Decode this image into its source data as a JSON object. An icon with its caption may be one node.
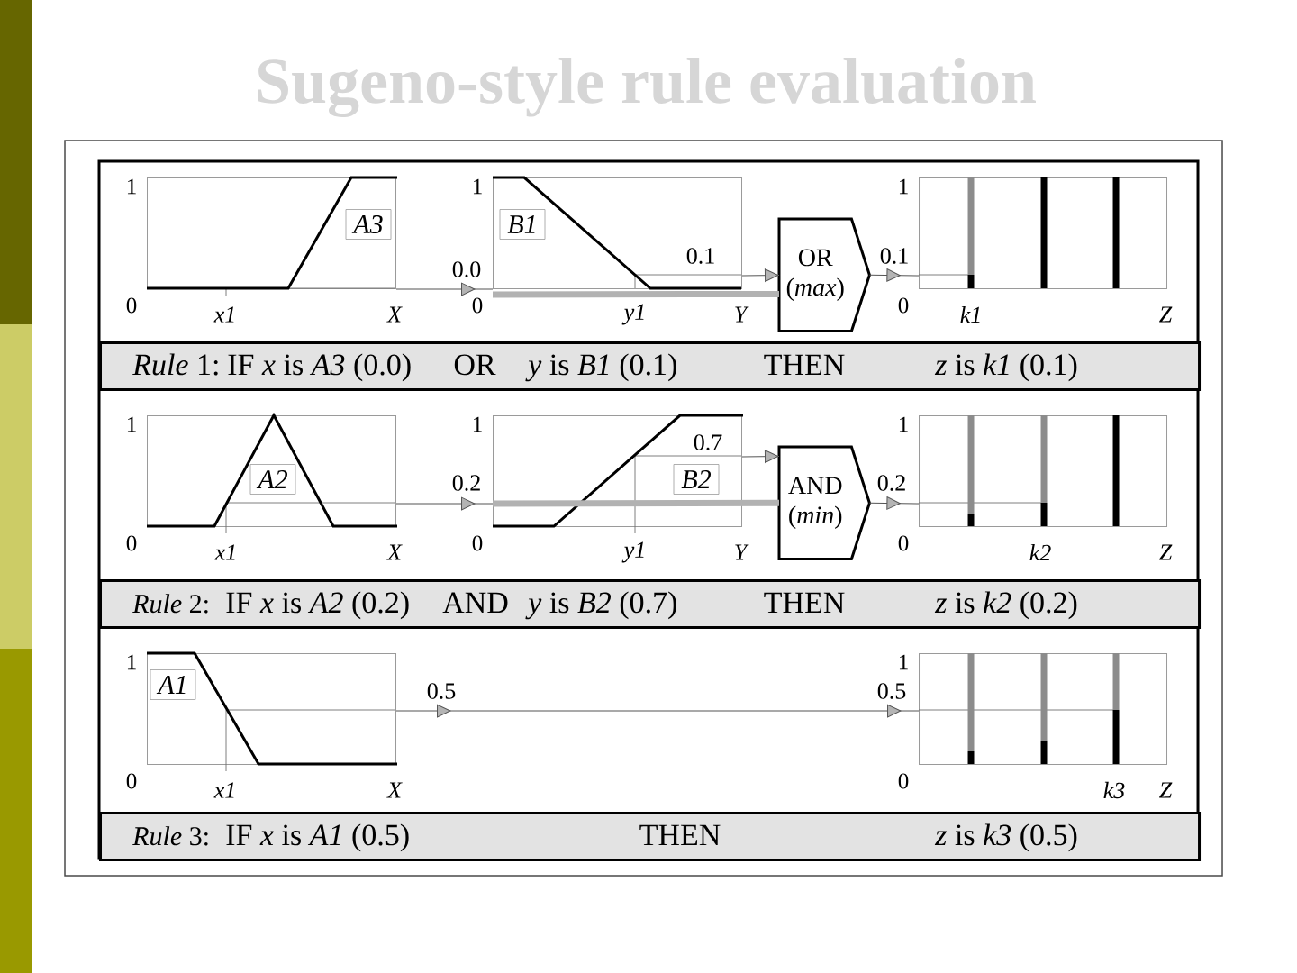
{
  "diagram": {
    "title": "Sugeno-style rule evaluation",
    "nodes": [
      {
        "text": [],
        "shape": "box",
        "beside": [
          "1",
          "0",
          "x1",
          "X"
        ]
      },
      {
        "text": [
          "A3"
        ],
        "in": 0
      },
      {
        "text": [],
        "shape": "box",
        "beside": [
          "1",
          "0",
          "y1",
          "Y"
        ]
      },
      {
        "text": [
          "B1"
        ],
        "in": 2
      },
      {
        "text": [
          "OR (*max*)"
        ]
      },
      {
        "text": [],
        "shape": "box",
        "beside": [
          "1",
          "0",
          "k1",
          "Z"
        ]
      },
      {
        "text": [
          "*Rule* 1:",
          "IF *x* is *A3* (0.0)",
          "OR",
          "*y* is *B1* (0.1)",
          "THEN",
          "*z* is *k1* (0.1)"
        ]
      },
      {
        "text": [],
        "shape": "box",
        "beside": [
          "1",
          "0",
          "x1",
          "X"
        ]
      },
      {
        "text": [
          "A2"
        ],
        "in": 7
      },
      {
        "text": [],
        "shape": "box",
        "beside": [
          "1",
          "0",
          "y1",
          "Y"
        ]
      },
      {
        "text": [
          "B2"
        ],
        "in": 9
      },
      {
        "text": [
          "AND (*min*)"
        ]
      },
      {
        "text": [],
        "shape": "box",
        "beside": [
          "1",
          "0",
          "k2",
          "Z"
        ]
      },
      {
        "text": [
          "*Rule* 2:",
          "IF *x* is *A2* (0.2)",
          "AND",
          "*y* is *B2* (0.7)",
          "THEN",
          "*z* is *k2* (0.2)"
        ]
      },
      {
        "text": [],
        "shape": "box",
        "beside": [
          "1",
          "0",
          "x1",
          "X"
        ]
      },
      {
        "text": [
          "A1"
        ],
        "in": 14
      },
      {
        "text": [],
        "shape": "box",
        "beside": [
          "1",
          "0",
          "k3",
          "Z"
        ]
      },
      {
        "text": [
          "*Rule* 3:",
          "IF *x* is *A1* (0.5)",
          "THEN",
          "*z* is *k3* (0.5)"
        ]
      }
    ],
    "edges": [
      {
        "from": 0,
        "to": 2,
        "arrow": "to",
        "label": "0.0"
      },
      {
        "from": 2,
        "to": 4,
        "arrow": "to",
        "label": "0.1"
      },
      {
        "from": 2,
        "to": 4,
        "arrow": "none",
        "style": "thick",
        "color": "#b2b2b2"
      },
      {
        "from": 4,
        "to": 5,
        "arrow": "to",
        "label": "0.1"
      },
      {
        "from": 7,
        "to": 9,
        "arrow": "to",
        "label": "0.2"
      },
      {
        "from": 9,
        "to": 11,
        "arrow": "to",
        "label": "0.7"
      },
      {
        "from": 9,
        "to": 11,
        "arrow": "none",
        "style": "thick",
        "color": "#b2b2b2"
      },
      {
        "from": 11,
        "to": 12,
        "arrow": "to",
        "label": "0.2"
      },
      {
        "from": 14,
        "to": 16,
        "arrow": "to",
        "label": "0.5"
      }
    ],
    "labels": [
      "0.5"
    ]
  }
}
